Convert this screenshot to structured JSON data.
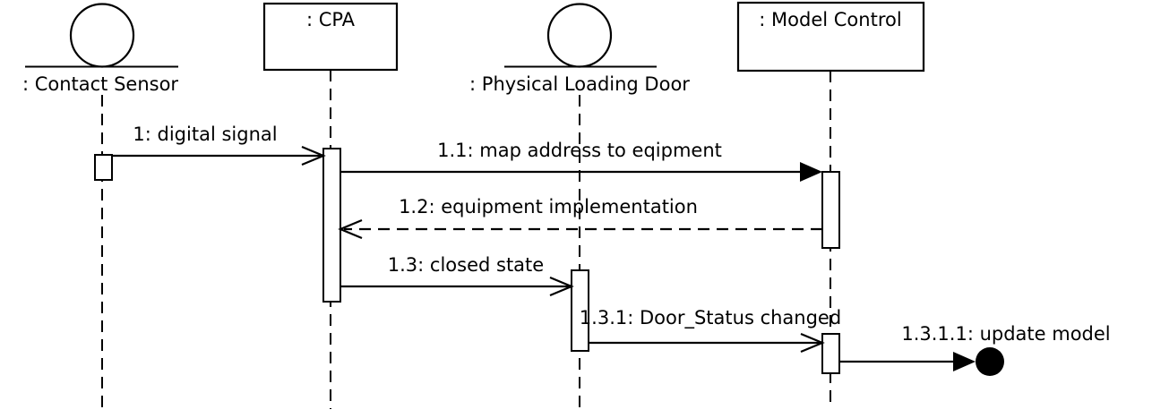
{
  "diagram": {
    "type": "uml-sequence-diagram",
    "colors": {
      "background": "#ffffff",
      "stroke": "#000000",
      "fill": "#ffffff"
    },
    "lifelines": [
      {
        "id": "contact-sensor",
        "label": ": Contact Sensor",
        "head": "circle-on-line"
      },
      {
        "id": "cpa",
        "label": ": CPA",
        "head": "box"
      },
      {
        "id": "physical-loading-door",
        "label": ": Physical Loading Door",
        "head": "circle-on-line"
      },
      {
        "id": "model-control",
        "label": ": Model Control",
        "head": "box"
      }
    ],
    "messages": [
      {
        "seq": "1",
        "label": "1: digital signal",
        "from": "contact-sensor",
        "to": "cpa",
        "line": "solid",
        "arrow": "open"
      },
      {
        "seq": "1.1",
        "label": "1.1: map address to eqipment",
        "from": "cpa",
        "to": "model-control",
        "line": "solid",
        "arrow": "filled"
      },
      {
        "seq": "1.2",
        "label": "1.2: equipment implementation",
        "from": "model-control",
        "to": "cpa",
        "line": "dashed",
        "arrow": "open"
      },
      {
        "seq": "1.3",
        "label": "1.3: closed state",
        "from": "cpa",
        "to": "physical-loading-door",
        "line": "solid",
        "arrow": "open"
      },
      {
        "seq": "1.3.1",
        "label": "1.3.1: Door_Status changed",
        "from": "physical-loading-door",
        "to": "model-control",
        "line": "solid",
        "arrow": "open"
      },
      {
        "seq": "1.3.1.1",
        "label": "1.3.1.1: update model",
        "from": "model-control",
        "to": "termination-dot",
        "line": "solid",
        "arrow": "filled-dot"
      }
    ]
  }
}
